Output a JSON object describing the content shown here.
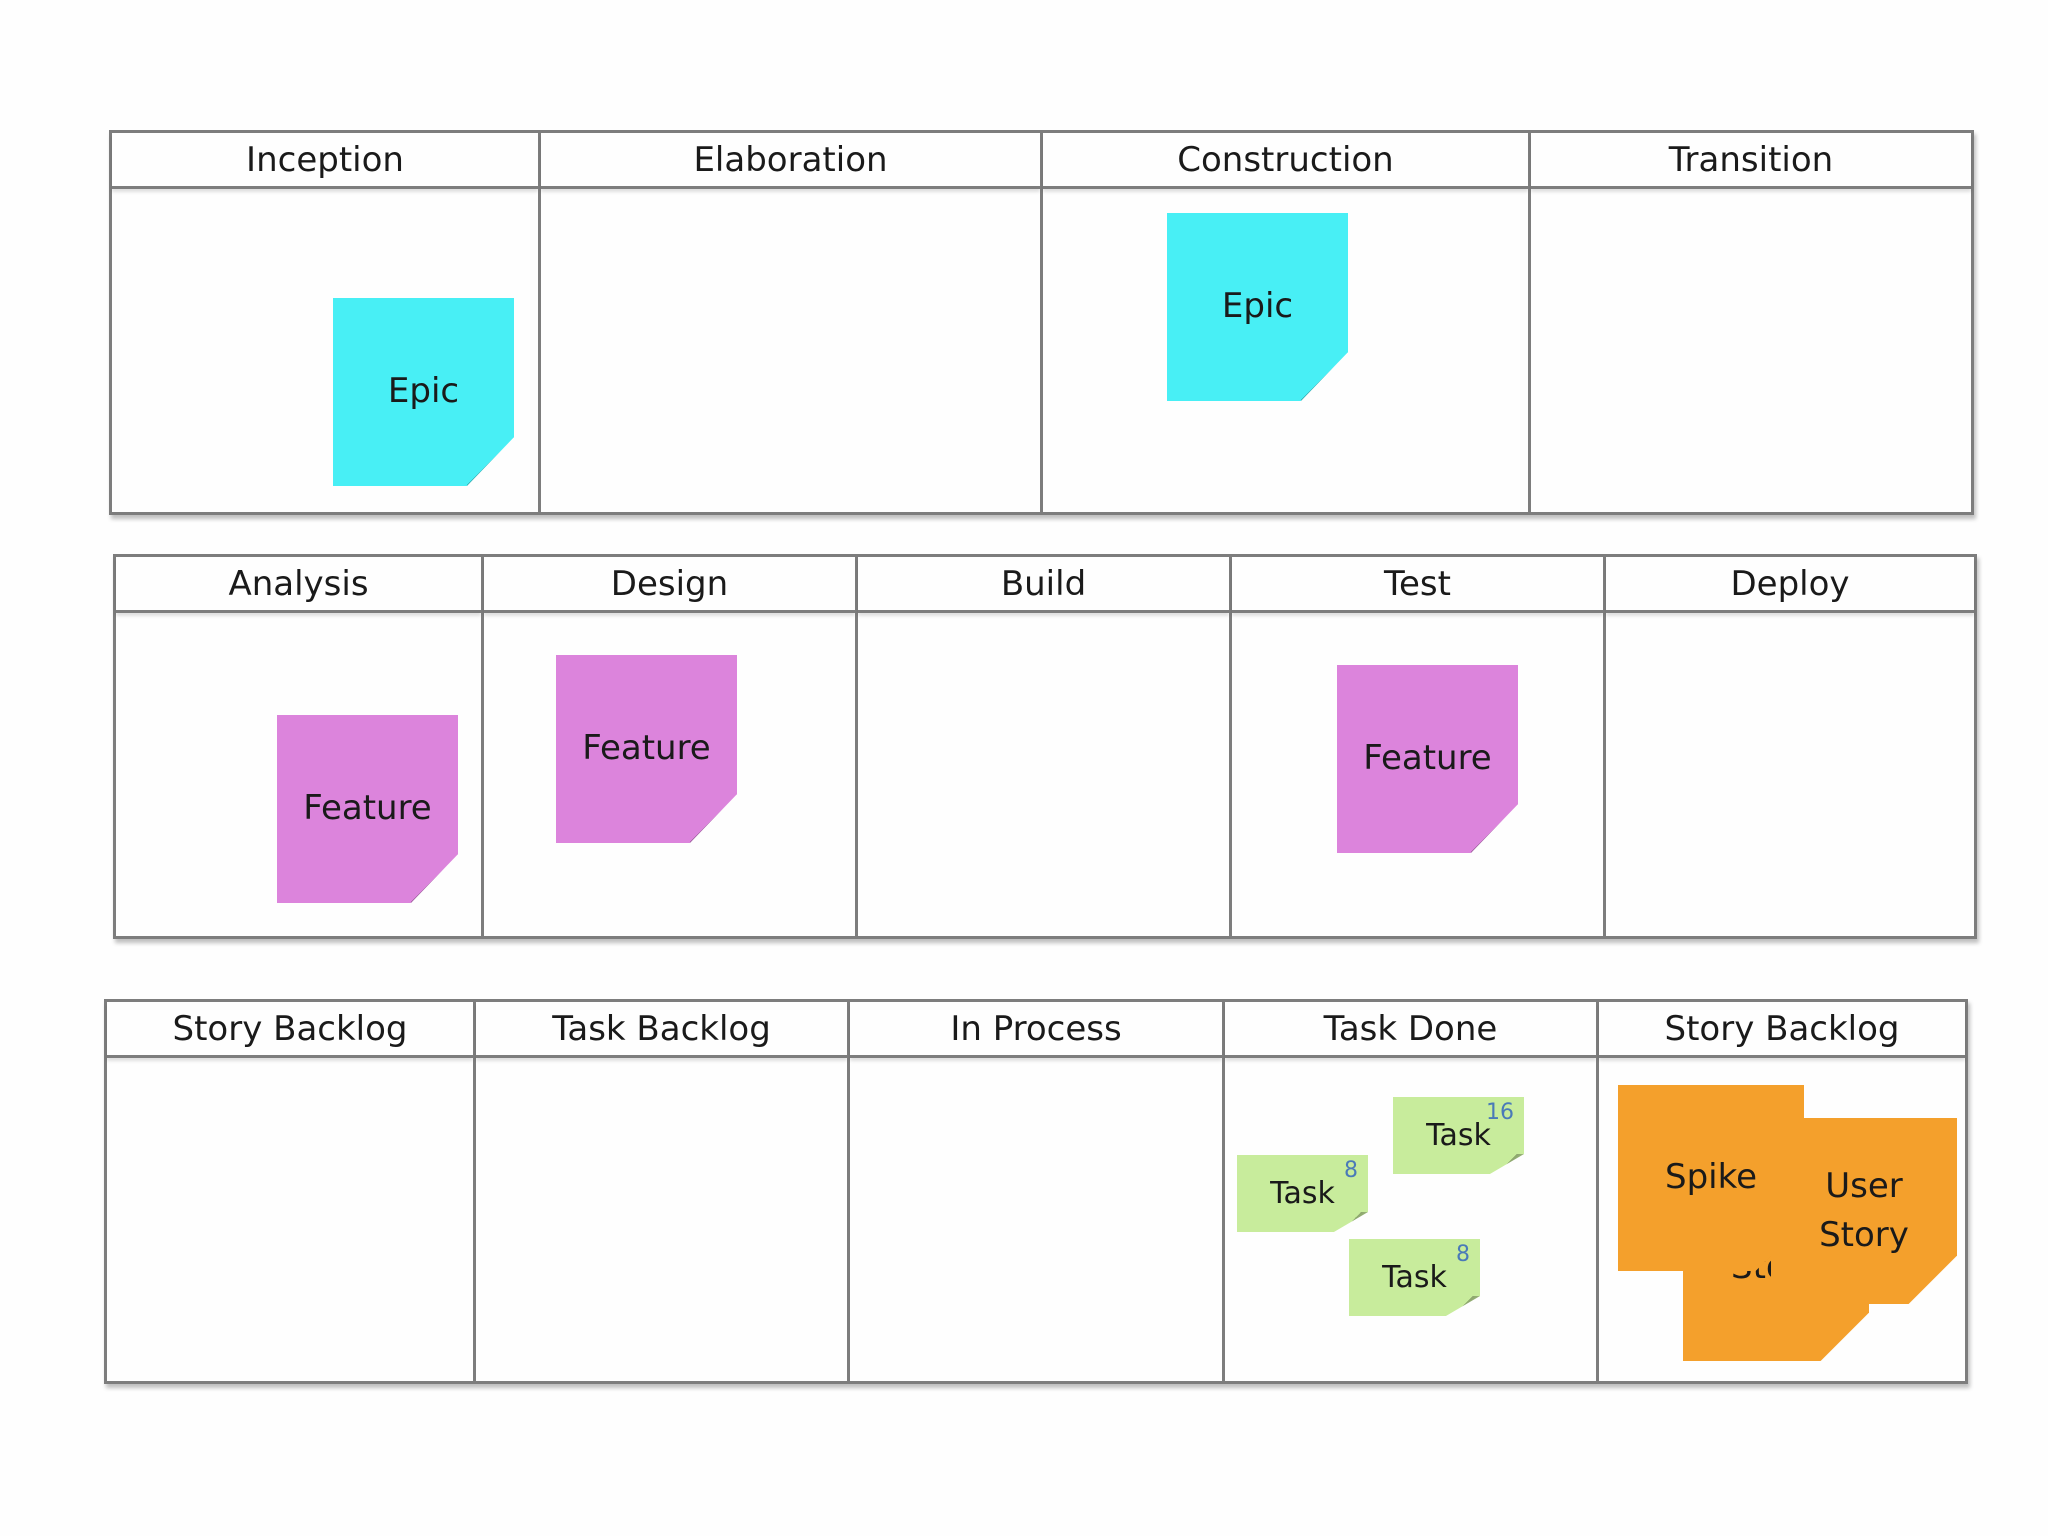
{
  "boards": [
    {
      "columns": [
        "Inception",
        "Elaboration",
        "Construction",
        "Transition"
      ],
      "notes": [
        {
          "kind": "epic",
          "label": "Epic"
        },
        {
          "kind": "epic",
          "label": "Epic"
        }
      ]
    },
    {
      "columns": [
        "Analysis",
        "Design",
        "Build",
        "Test",
        "Deploy"
      ],
      "notes": [
        {
          "kind": "feature",
          "label": "Feature"
        },
        {
          "kind": "feature",
          "label": "Feature"
        },
        {
          "kind": "feature",
          "label": "Feature"
        }
      ]
    },
    {
      "columns": [
        "Story Backlog",
        "Task Backlog",
        "In Process",
        "Task Done",
        "Story Backlog"
      ],
      "notes": [
        {
          "kind": "task",
          "label": "Task",
          "estimate": "16"
        },
        {
          "kind": "task",
          "label": "Task",
          "estimate": "8"
        },
        {
          "kind": "task",
          "label": "Task",
          "estimate": "8"
        },
        {
          "kind": "story",
          "label": "Sto"
        },
        {
          "kind": "story",
          "label": "Spike"
        },
        {
          "kind": "story",
          "label": "User Story"
        }
      ]
    }
  ],
  "colors": {
    "epic": "#48eff5",
    "feature": "#dc84dc",
    "task": "#c8ec9c",
    "story": "#f4a02c",
    "border": "#7d7d7d"
  }
}
